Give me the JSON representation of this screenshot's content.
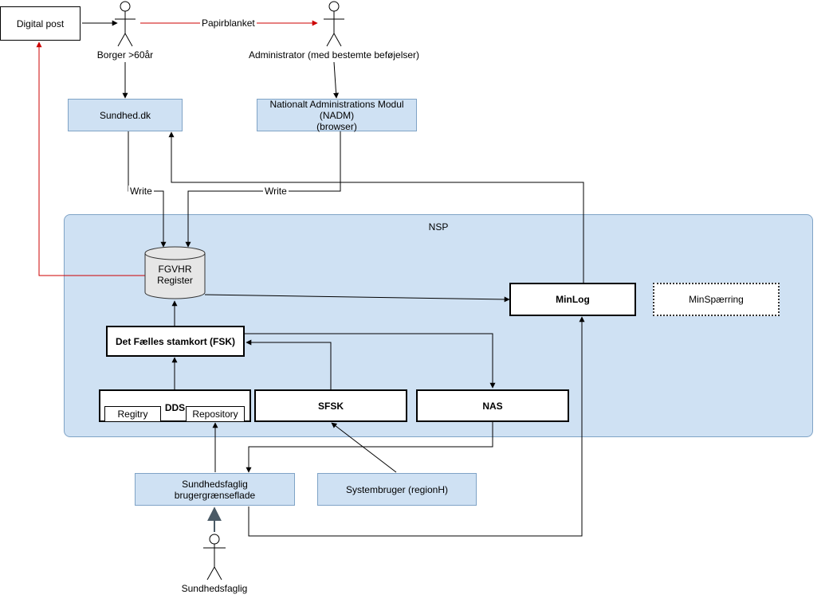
{
  "actors": {
    "borger": "Borger >60år",
    "administrator": "Administrator (med bestemte beføjelser)",
    "sundhedsfaglig": "Sundhedsfaglig"
  },
  "boxes": {
    "digital_post": "Digital post",
    "sundhed_dk": "Sundhed.dk",
    "nadm": "Nationalt Administrations Modul\n(NADM)\n(browser)",
    "nsp": "NSP",
    "fgvhr": "FGVHR\nRegister",
    "minlog": "MinLog",
    "minspaerring": "MinSpærring",
    "fsk": "Det Fælles stamkort (FSK)",
    "dds": "DDS",
    "registry": "Regitry",
    "repository": "Repository",
    "sfsk": "SFSK",
    "nas": "NAS",
    "sundhedsfaglig_ui": "Sundhedsfaglig\nbrugergrænseflade",
    "systembruger": "Systembruger (regionH)"
  },
  "edge_labels": {
    "papirblanket": "Papirblanket",
    "write_left": "Write",
    "write_right": "Write"
  },
  "colors": {
    "box_fill": "#cfe1f3",
    "box_border": "#7fa3c6",
    "red_line": "#cc0000",
    "line": "#000000"
  }
}
